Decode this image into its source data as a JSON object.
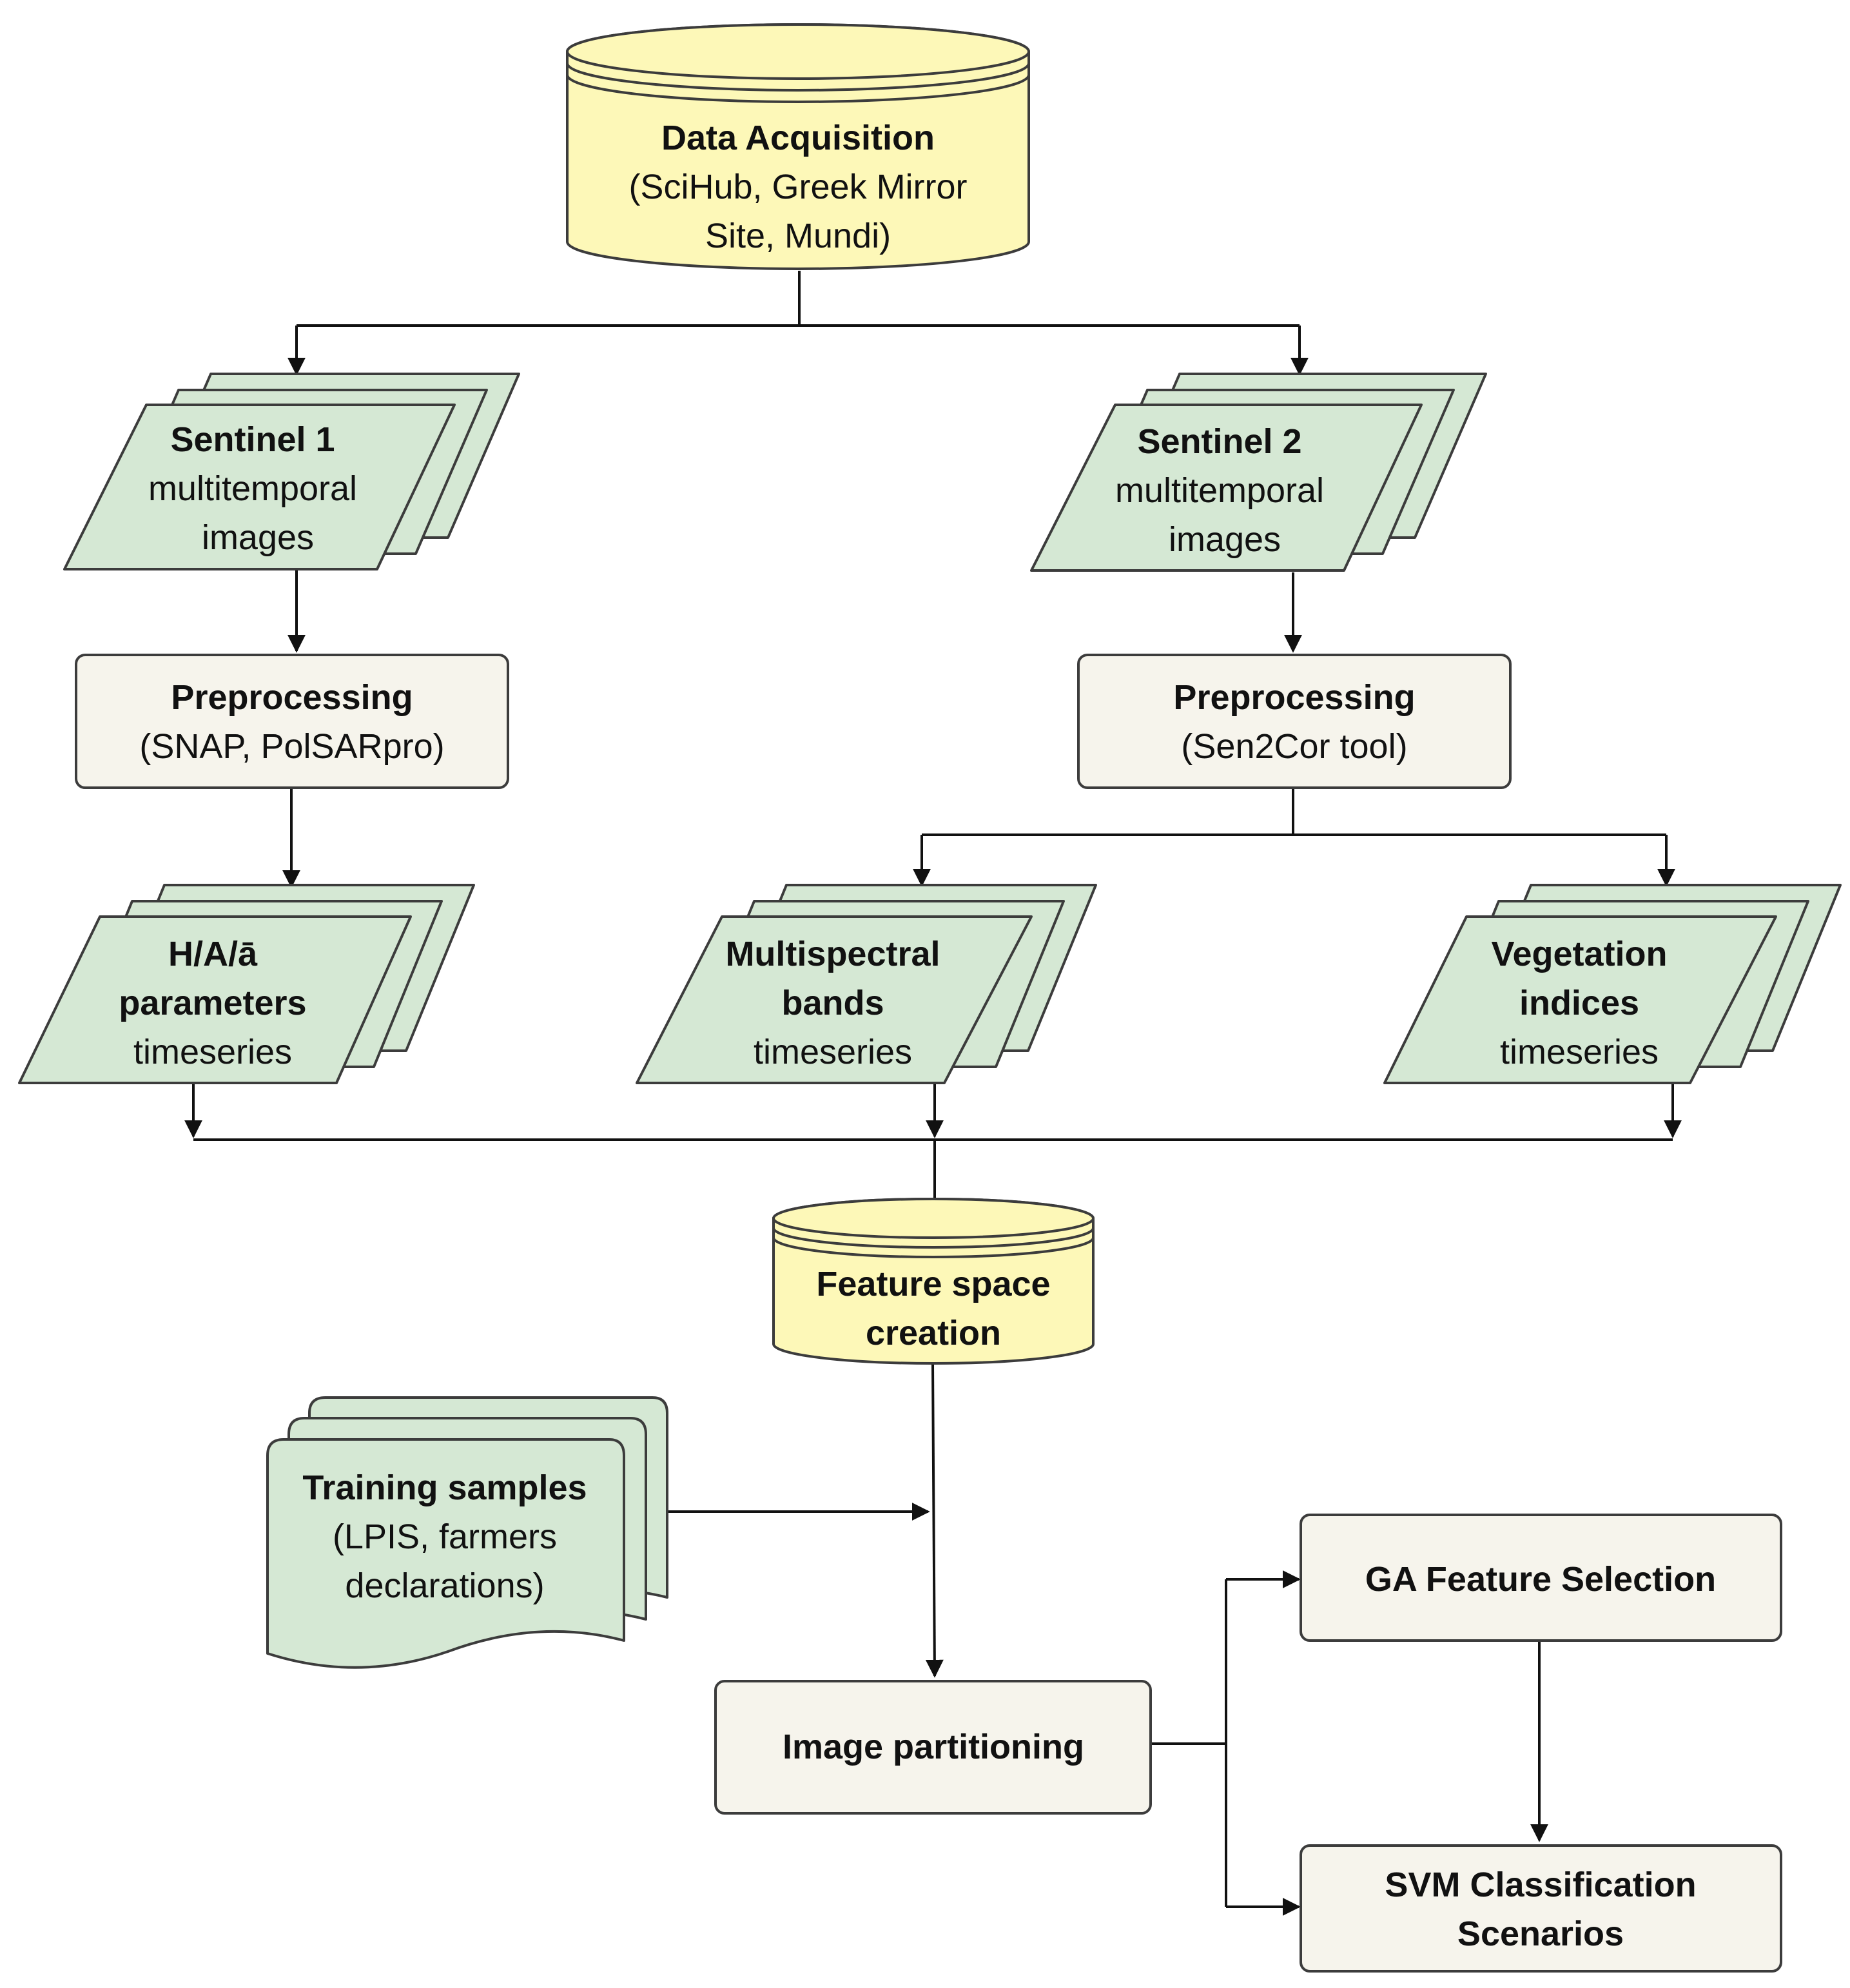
{
  "nodes": {
    "data_acquisition": {
      "title": "Data Acquisition",
      "line2": "(SciHub, Greek Mirror",
      "line3": "Site, Mundi)"
    },
    "sentinel1": {
      "title": "Sentinel 1",
      "line2": "multitemporal",
      "line3": "images"
    },
    "sentinel2": {
      "title": "Sentinel 2",
      "line2": "multitemporal",
      "line3": "images"
    },
    "preproc1": {
      "title": "Preprocessing",
      "line2": "(SNAP, PolSARpro)"
    },
    "preproc2": {
      "title": "Preprocessing",
      "line2": "(Sen2Cor tool)"
    },
    "haa": {
      "title": "H/A/ā",
      "line2": "parameters",
      "line3": "timeseries"
    },
    "multispectral": {
      "title": "Multispectral",
      "line2": "bands",
      "line3": "timeseries"
    },
    "vegetation": {
      "title": "Vegetation",
      "line2": "indices",
      "line3": "timeseries"
    },
    "feature_space": {
      "title": "Feature space",
      "line2": "creation"
    },
    "training": {
      "title": "Training samples",
      "line2": "(LPIS, farmers",
      "line3": "declarations)"
    },
    "partitioning": {
      "title": "Image partitioning"
    },
    "ga": {
      "title": "GA Feature Selection"
    },
    "svm": {
      "title": "SVM Classification",
      "line2": "Scenarios"
    }
  },
  "colors": {
    "data_node": "#d5e8d4",
    "database_node": "#fdf8b8",
    "process_node": "#f6f4ec",
    "outline": "#3c3c3c"
  }
}
